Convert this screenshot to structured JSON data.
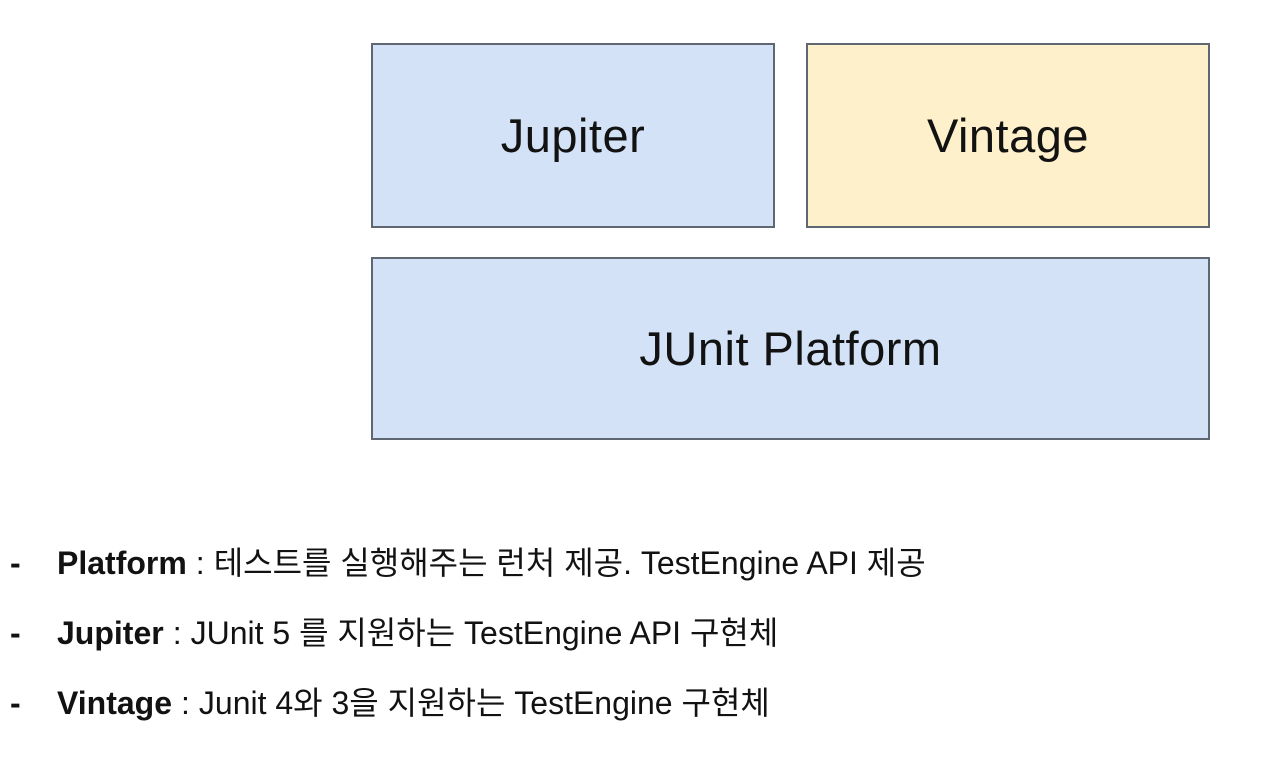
{
  "diagram": {
    "border_color": "#5e6772",
    "boxes": [
      {
        "id": "jupiter",
        "label": "Jupiter",
        "fill": "#d3e2f6"
      },
      {
        "id": "vintage",
        "label": "Vintage",
        "fill": "#fdf0cb"
      },
      {
        "id": "platform",
        "label": "JUnit Platform",
        "fill": "#d3e2f6"
      }
    ]
  },
  "notes": {
    "bullets": [
      {
        "marker": "-",
        "term": "Platform",
        "separator": ":",
        "description": "테스트를 실행해주는 런처 제공. TestEngine API 제공"
      },
      {
        "marker": "-",
        "term": "Jupiter",
        "separator": ":",
        "description": "JUnit 5 를 지원하는 TestEngine API 구현체"
      },
      {
        "marker": "-",
        "term": "Vintage",
        "separator": ":",
        "description": "Junit 4와 3을 지원하는 TestEngine 구현체"
      }
    ]
  }
}
